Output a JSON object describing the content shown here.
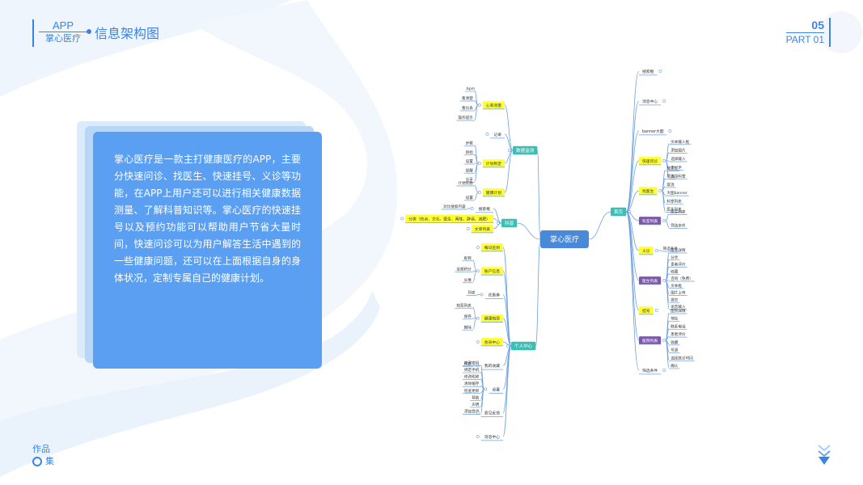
{
  "header": {
    "app": "APP",
    "brand": "掌心医疗",
    "title": "信息架构图",
    "page_number": "05",
    "part": "PART 01"
  },
  "description": "掌心医疗是一款主打健康医疗的APP，主要分快速问诊、找医生、快速挂号、义诊等功能，在APP上用户还可以进行相关健康数据测量、了解科普知识等。掌心医疗的快速挂号以及预约功能可以帮助用户节省大量时间，快速问诊可以为用户解答生活中遇到的一些健康问题，还可以在上面根据自身的身体状况，定制专属自己的健康计划。",
  "footer": {
    "line1": "作品",
    "line2": "集"
  },
  "colors": {
    "accent": "#3a84e6",
    "card": "#5b9ff2",
    "root": "#4a88d8",
    "branch": "#3dbdb4",
    "yellow": "#ffff33",
    "purple": "#7a5aa6"
  },
  "mindmap": {
    "root": "掌心医疗",
    "left": [
      {
        "label": "数据监测",
        "children": [
          {
            "label": "心率测量",
            "style": "yellow",
            "children": [
              "bpm",
              "看清楚",
              "看仪表",
              "操作提示"
            ]
          },
          {
            "label": "记录",
            "children": []
          },
          {
            "label": "计划制定",
            "style": "yellow",
            "children": [
              "步数",
              "目标",
              "设置",
              "提醒",
              "分享"
            ]
          },
          {
            "label": "健康计划",
            "style": "yellow",
            "children": [
              "计划实施",
              "设置"
            ]
          }
        ]
      },
      {
        "label": "科普",
        "children": [
          {
            "label": "搜索框",
            "children": [
              "对比搜索内容"
            ]
          },
          {
            "label": "分类（热点、文化、医生、两性、辟谣、减肥）",
            "style": "yellow",
            "children": []
          },
          {
            "label": "文章列表",
            "style": "yellow",
            "children": []
          }
        ]
      },
      {
        "label": "个人中心",
        "children": [
          {
            "label": "每日签到",
            "style": "yellow",
            "children": []
          },
          {
            "label": "账户信息",
            "style": "yellow",
            "children": [
              "昵称",
              "全部积分",
              "头像"
            ]
          },
          {
            "label": "优惠券",
            "children": [
              "列表"
            ]
          },
          {
            "label": "健康档案",
            "style": "yellow",
            "children": [
              "档案列表",
              "保存",
              "删除"
            ]
          },
          {
            "label": "会员中心",
            "style": "yellow",
            "children": []
          },
          {
            "label": "我的收藏",
            "children": [
              "列表"
            ]
          },
          {
            "label": "设置",
            "children": [
              "修改密码",
              "绑定手机",
              "修改昵称",
              "清除缓存",
              "检查更新",
              "帮助",
              "声明",
              "添加登录"
            ]
          },
          {
            "label": "意见反馈",
            "children": []
          },
          {
            "label": "消息中心",
            "children": []
          }
        ]
      }
    ],
    "right": [
      {
        "label": "首页",
        "children": [
          {
            "label": "搜索框",
            "children": []
          },
          {
            "label": "消息中心",
            "children": []
          },
          {
            "label": "banner大图",
            "children": []
          },
          {
            "label": "快速问诊",
            "style": "yellow",
            "children": [
              "文本输入框",
              "添加图片",
              "选择输入",
              "下一步",
              "选择科室"
            ]
          },
          {
            "label": "找医生",
            "style": "yellow",
            "children": [
              "搜索框",
              "筛选",
              "取消",
              "大图banner",
              "科室列表",
              "医生列表"
            ]
          },
          {
            "label": "科室列表",
            "style": "purple",
            "children": [
              "医生列表",
              "筛选条件"
            ]
          },
          {
            "label": "义诊",
            "style": "yellow",
            "children": [
              "筛选条件"
            ]
          },
          {
            "label": "医生列表",
            "style": "purple",
            "children": [
              "医生详情",
              "分享",
              "患者评价",
              "收藏",
              "咨询（免费）",
              "文本框",
              "图片上传",
              "提交",
              "语音输入"
            ]
          },
          {
            "label": "挂号",
            "style": "yellow",
            "children": []
          },
          {
            "label": "医院列表",
            "style": "purple",
            "children": [
              "医院详情",
              "地址",
              "联系电话",
              "患者评价",
              "收藏",
              "号源",
              "选择就诊时间",
              "确认"
            ]
          },
          {
            "label": "筛选条件",
            "children": []
          }
        ]
      }
    ]
  }
}
